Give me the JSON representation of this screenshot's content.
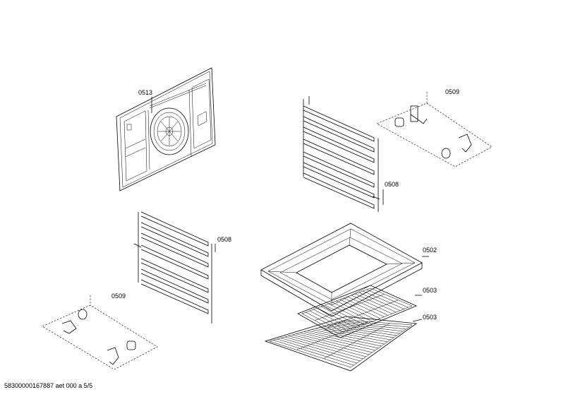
{
  "parts": [
    {
      "id": "back-panel-label",
      "text": "0513"
    },
    {
      "id": "clips-right-label",
      "text": "0509"
    },
    {
      "id": "rails-right-label",
      "text": "0508"
    },
    {
      "id": "rails-left-label",
      "text": "0508"
    },
    {
      "id": "tray-label",
      "text": "0502"
    },
    {
      "id": "rack-upper-label",
      "text": "0503"
    },
    {
      "id": "clips-left-label",
      "text": "0509"
    },
    {
      "id": "rack-lower-label",
      "text": "0503"
    }
  ],
  "footer": "58300000167887 aet 000 a 5/5"
}
